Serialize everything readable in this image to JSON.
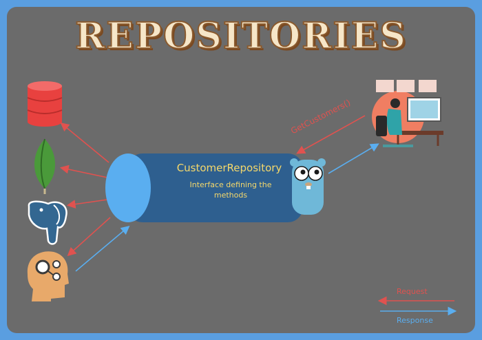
{
  "title": "REPOSITORIES",
  "repository": {
    "name": "CustomerRepository",
    "description": "Interface defining the methods"
  },
  "call_label": "GetCustomers()",
  "legend": {
    "request": "Request",
    "response": "Response"
  },
  "icons": [
    "database-icon",
    "mongodb-leaf-icon",
    "postgresql-elephant-icon",
    "mind-gears-icon",
    "gopher-mascot-icon",
    "developer-desk-icon"
  ],
  "colors": {
    "background": "#6b6b6b",
    "frame": "#5a9ee0",
    "request": "#e0524f",
    "response": "#5aaef0",
    "cylinder": "#2e5f8f",
    "cylinder_end": "#5aaef0",
    "text_accent": "#f5d86b"
  }
}
